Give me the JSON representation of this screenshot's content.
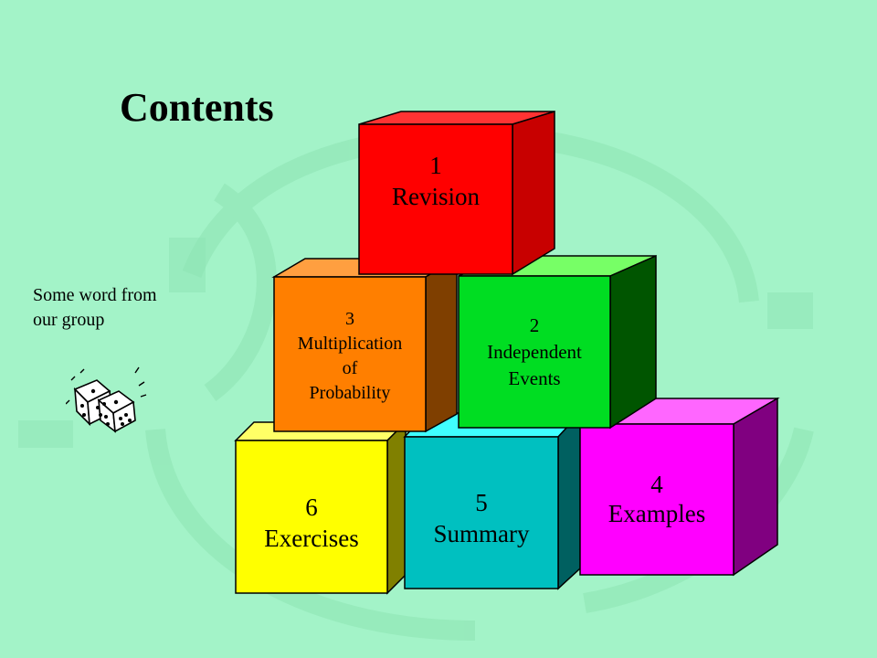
{
  "slide": {
    "title": "Contents",
    "note_line1": "Some word from",
    "note_line2": "our group",
    "background": "#a3f3c8"
  },
  "cubes": {
    "revision": {
      "number": "1",
      "line1": "Revision",
      "front": "#ff0000",
      "side": "#c80000",
      "top": "#ff3333"
    },
    "independent": {
      "number": "2",
      "line1": "Independent",
      "line2": "Events",
      "front": "#00dd22",
      "side": "#005500",
      "top": "#77ff66"
    },
    "multiplication": {
      "number": "3",
      "line1": "Multiplication",
      "line2": "of",
      "line3": "Probability",
      "front": "#ff7f00",
      "side": "#7f3f00",
      "top": "#ff9f40"
    },
    "examples": {
      "number": "4",
      "line1": "Examples",
      "front": "#ff00ff",
      "side": "#800080",
      "top": "#ff66ff"
    },
    "summary": {
      "number": "5",
      "line1": "Summary",
      "front": "#00c0c0",
      "side": "#006060",
      "top": "#40ffff"
    },
    "exercises": {
      "number": "6",
      "line1": "Exercises",
      "front": "#ffff00",
      "side": "#808000",
      "top": "#ffff66"
    }
  },
  "icons": {
    "dice": "dice-icon"
  }
}
